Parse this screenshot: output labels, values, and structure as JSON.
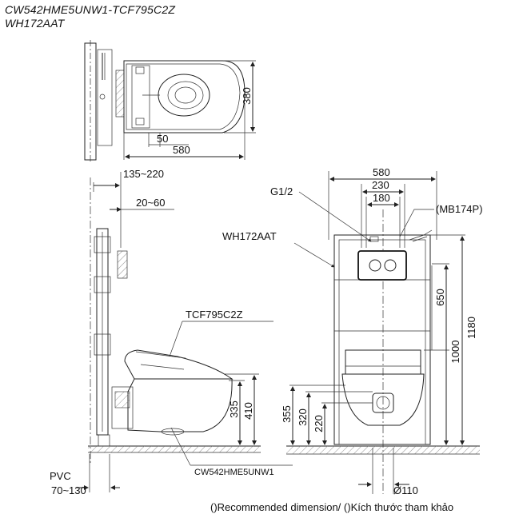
{
  "title": {
    "line1": "CW542HME5UNW1-TCF795C2Z",
    "line2": "WH172AAT"
  },
  "top_view": {
    "dim_depth": "380",
    "dim_offset": "50",
    "dim_width": "580"
  },
  "side_view": {
    "dim_frame_range": "135~220",
    "dim_frame_gap": "20~60",
    "label_seat": "TCF795C2Z",
    "dim_seat_height": "335",
    "dim_total_height": "410",
    "label_bowl": "CW542HME5UNW1",
    "label_pvc": "PVC",
    "dim_pvc": "70~130"
  },
  "front_view": {
    "dim_width": "580",
    "dim_inner": "230",
    "dim_center": "180",
    "label_inlet": "G1/2",
    "label_button": "(MB174P)",
    "label_frame": "WH172AAT",
    "dim_650": "650",
    "dim_1000": "1000",
    "dim_1180": "1180",
    "dim_355": "355",
    "dim_320": "320",
    "dim_220": "220",
    "dim_pipe": "Ø110"
  },
  "footer": "()Recommended dimension/ ()Kích thước tham khảo"
}
